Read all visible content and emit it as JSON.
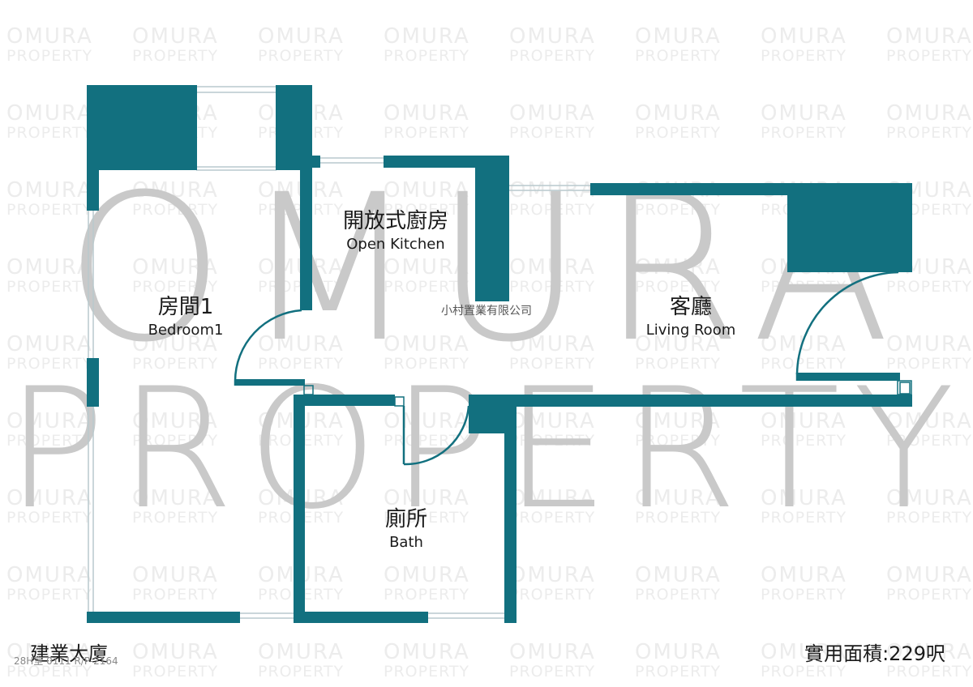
{
  "colors": {
    "wall": "#12707f",
    "window": "#b9c9cd",
    "label": "#1a1a1a",
    "watermark_big": "#c9c9c9",
    "watermark_small": "#ececec"
  },
  "watermark": {
    "line1": "OMURA",
    "line2": "PROPERTY"
  },
  "rooms": {
    "bedroom": {
      "zh": "房間1",
      "en": "Bedroom1"
    },
    "kitchen": {
      "zh": "開放式廚房",
      "en": "Open Kitchen"
    },
    "living": {
      "zh": "客廳",
      "en": "Living Room"
    },
    "bath": {
      "zh": "廁所",
      "en": "Bath"
    }
  },
  "company": "小村置業有限公司",
  "footer": {
    "building": "建業大廈",
    "unit": "28H室 0111 R/P-2164",
    "area": "實用面積:229呎"
  }
}
